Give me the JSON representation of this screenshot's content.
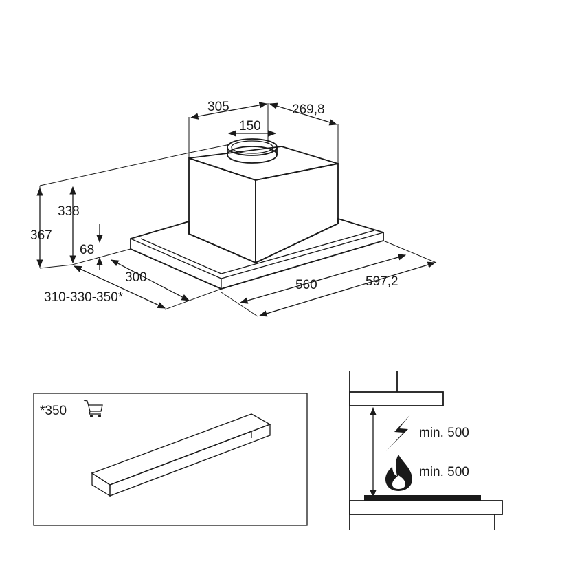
{
  "hood_dimensions": {
    "chimney_depth": "305",
    "chimney_width": "269,8",
    "outlet_diameter": "150",
    "height_total": "367",
    "height_chimney": "338",
    "height_canopy": "68",
    "depth_canopy": "300",
    "depth_options": "310-330-350*",
    "width_inner": "560",
    "width_total": "597,2"
  },
  "accessory": {
    "label": "*350",
    "icon": "cart-icon"
  },
  "clearances": {
    "electric_label": "min. 500",
    "gas_label": "min. 500",
    "electric_icon": "lightning-icon",
    "gas_icon": "flame-icon"
  }
}
